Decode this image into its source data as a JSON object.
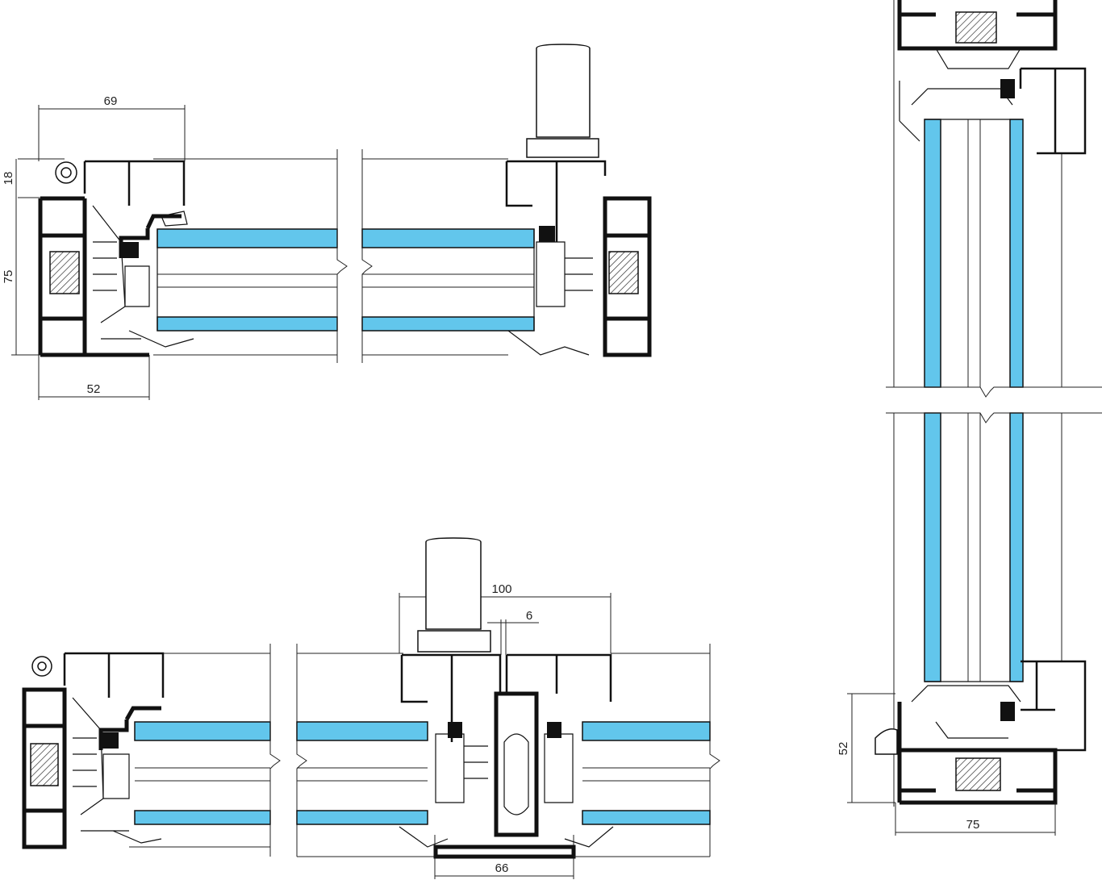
{
  "dimensions": {
    "d69": "69",
    "d18": "18",
    "d75_left": "75",
    "d52_top": "52",
    "d100": "100",
    "d6": "6",
    "d66": "66",
    "d52_right": "52",
    "d75_bottom": "75"
  },
  "colors": {
    "glass": "#62c6ec",
    "profile": "#111111",
    "background": "#ffffff"
  }
}
